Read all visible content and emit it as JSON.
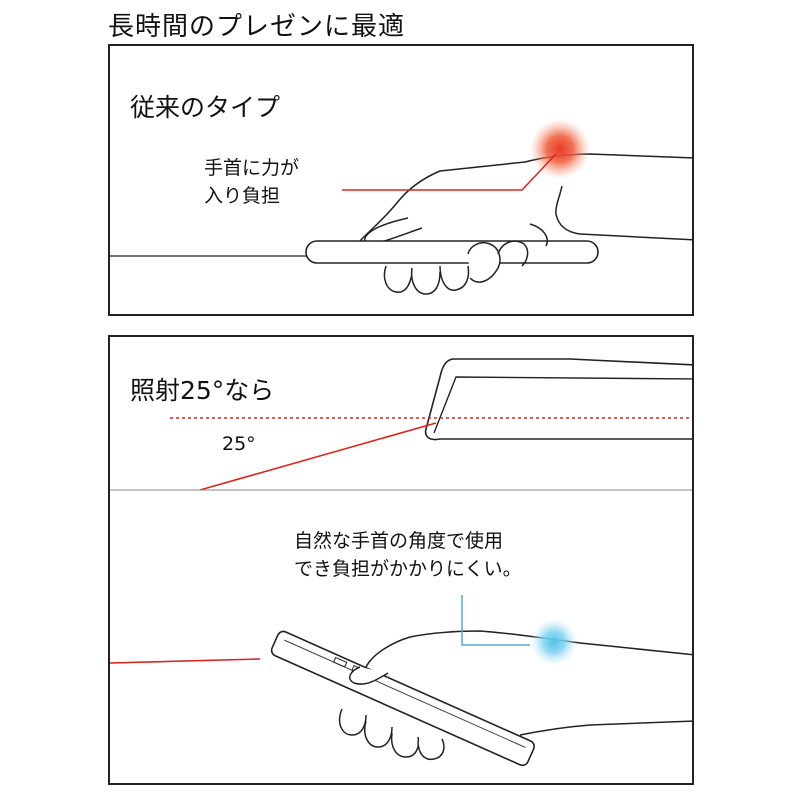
{
  "title": "長時間のプレゼンに最適",
  "panels": {
    "top": {
      "label": "従来のタイプ",
      "note_line1": "手首に力が",
      "note_line2": "入り負担"
    },
    "bottom": {
      "label": "照射25°なら",
      "angle_label": "25°",
      "note_line1": "自然な手首の角度で使用",
      "note_line2": "でき負担がかかりにくい。"
    }
  },
  "colors": {
    "stress_marker": "#e8392b",
    "relax_marker": "#4fc3e8",
    "laser_line": "#d7261e",
    "outline": "#222222"
  }
}
